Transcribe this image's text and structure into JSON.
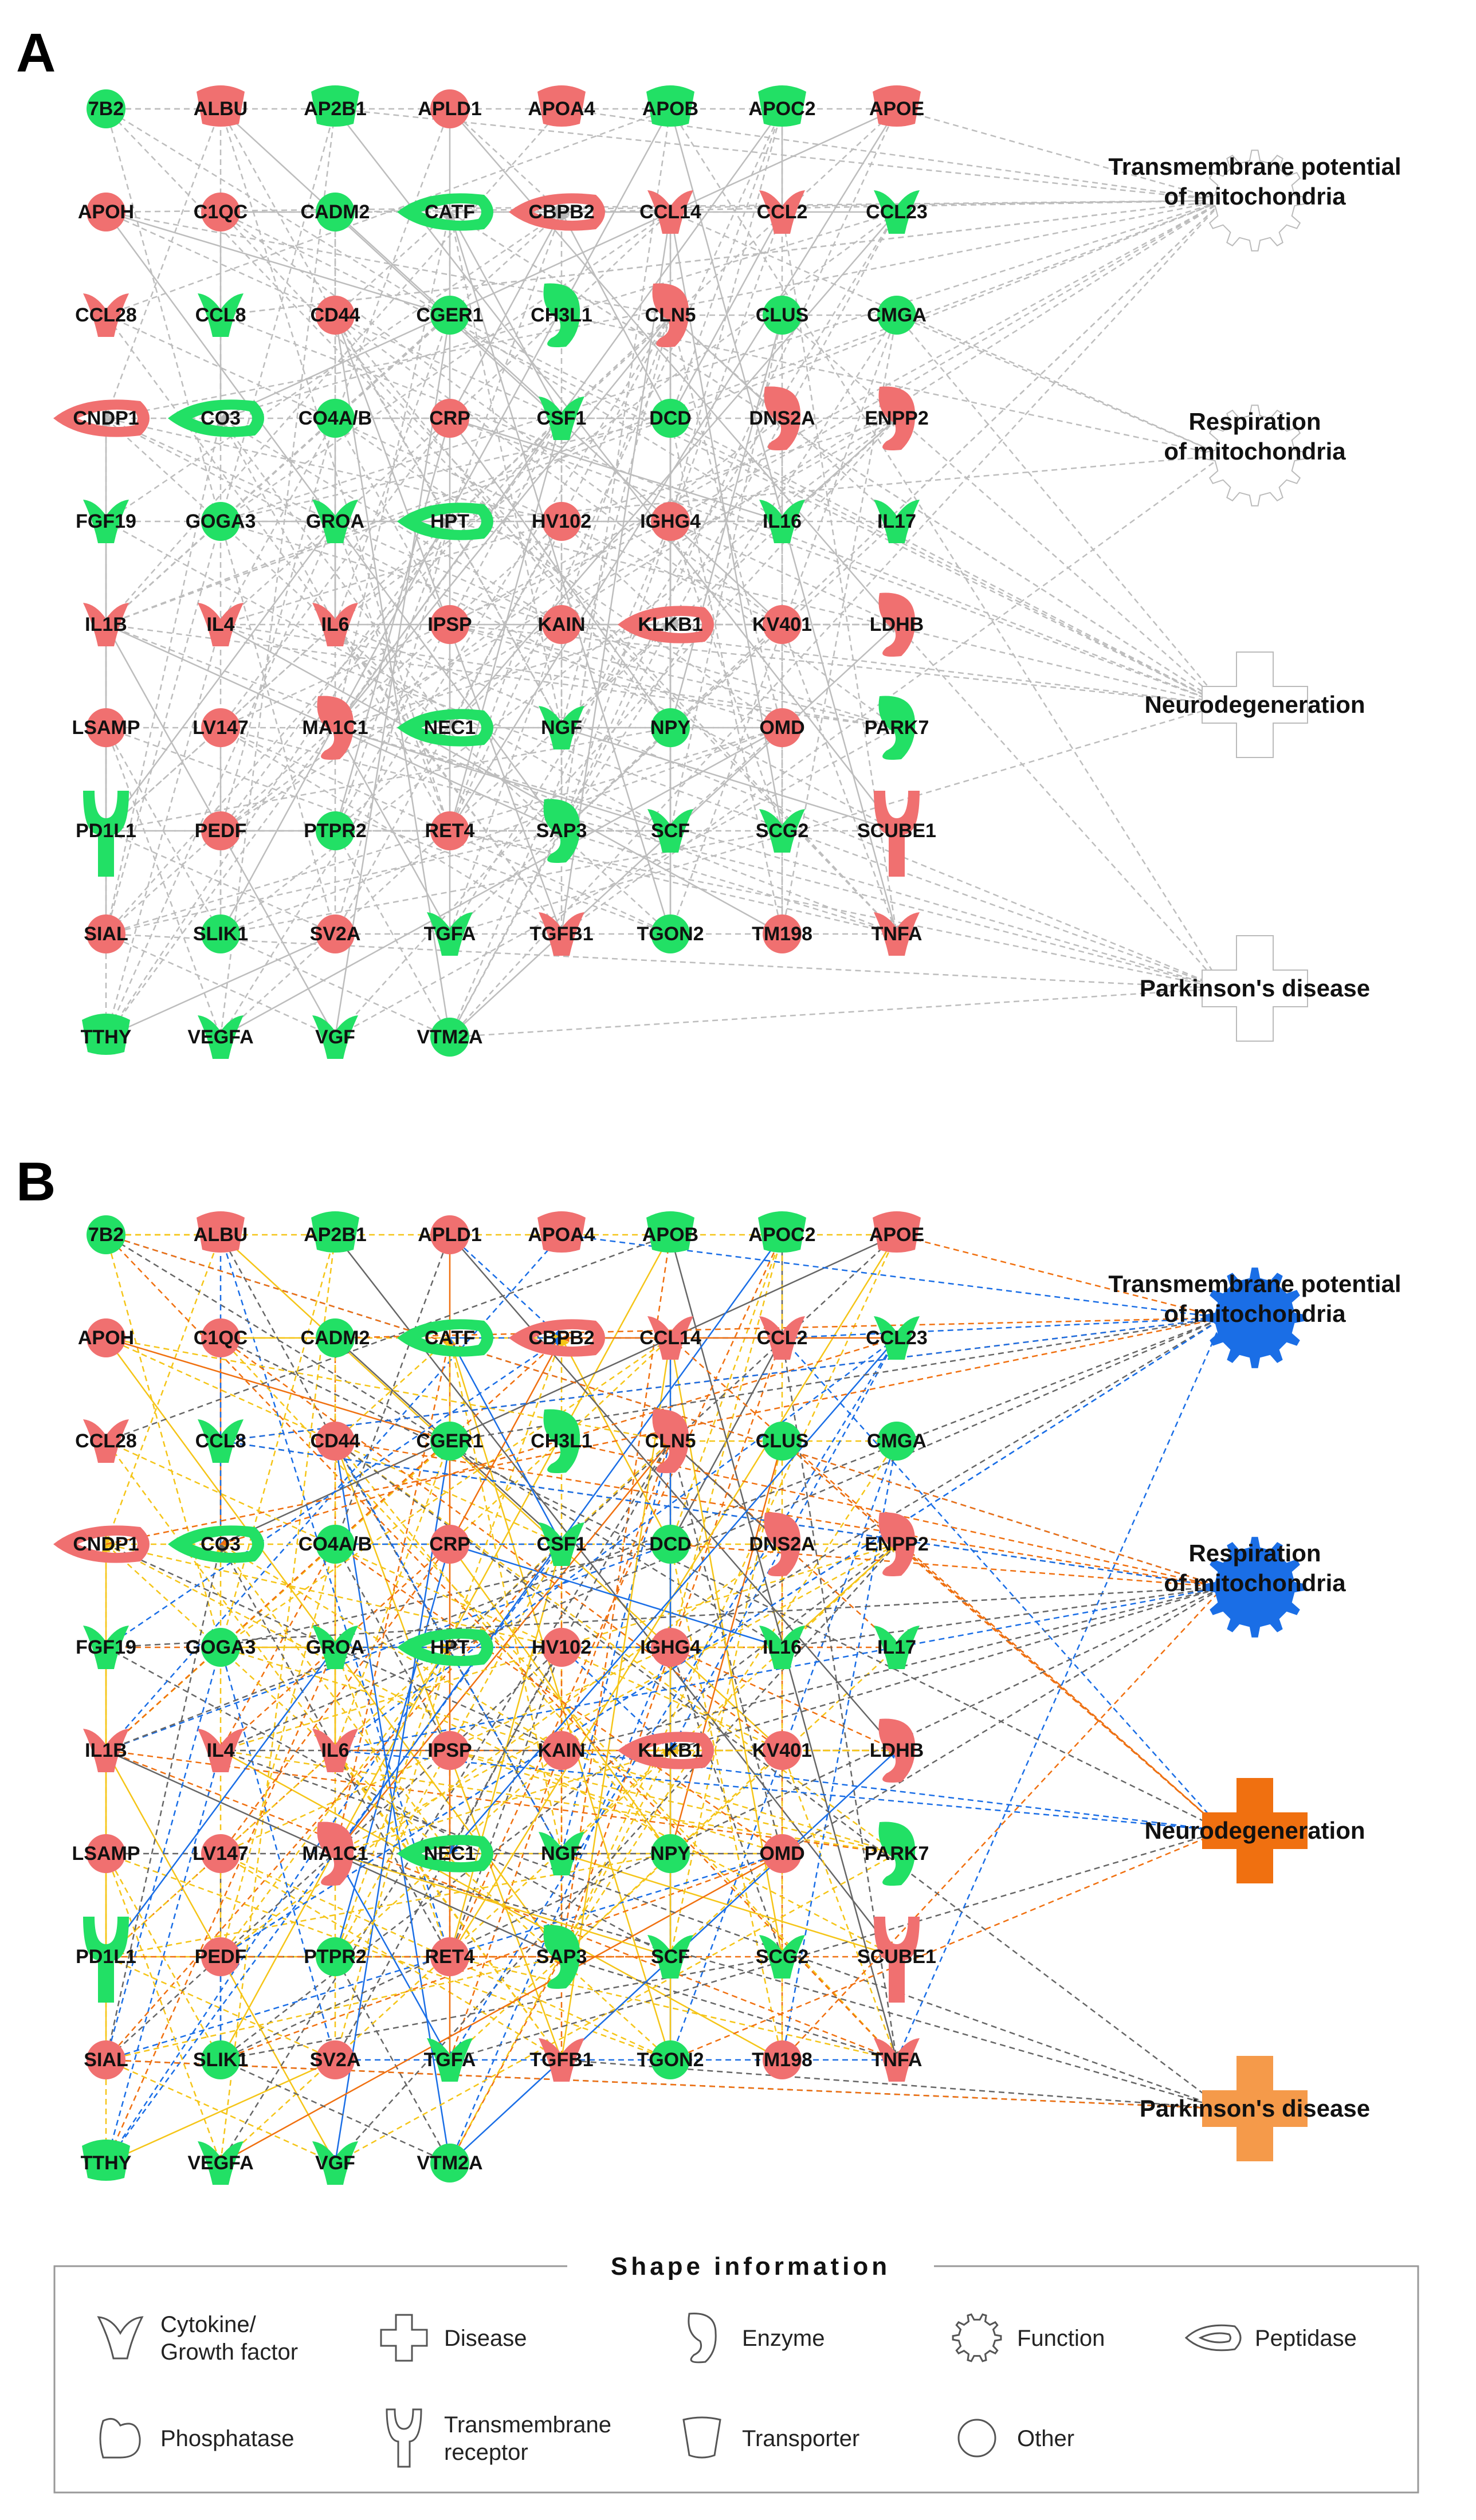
{
  "panels": [
    {
      "letter": "A",
      "mode": "uncolored"
    },
    {
      "letter": "B",
      "mode": "colored"
    }
  ],
  "nodes": [
    {
      "id": "7B2",
      "c": "g",
      "s": "circle"
    },
    {
      "id": "ALBU",
      "c": "r",
      "s": "transporter"
    },
    {
      "id": "AP2B1",
      "c": "g",
      "s": "transporter"
    },
    {
      "id": "APLD1",
      "c": "r",
      "s": "circle"
    },
    {
      "id": "APOA4",
      "c": "r",
      "s": "transporter"
    },
    {
      "id": "APOB",
      "c": "g",
      "s": "transporter"
    },
    {
      "id": "APOC2",
      "c": "g",
      "s": "transporter"
    },
    {
      "id": "APOE",
      "c": "r",
      "s": "transporter"
    },
    {
      "id": "APOH",
      "c": "r",
      "s": "circle"
    },
    {
      "id": "C1QC",
      "c": "r",
      "s": "circle"
    },
    {
      "id": "CADM2",
      "c": "g",
      "s": "circle"
    },
    {
      "id": "CATF",
      "c": "g",
      "s": "peptidase"
    },
    {
      "id": "CBPB2",
      "c": "r",
      "s": "peptidase"
    },
    {
      "id": "CCL14",
      "c": "r",
      "s": "cytokine"
    },
    {
      "id": "CCL2",
      "c": "r",
      "s": "cytokine"
    },
    {
      "id": "CCL23",
      "c": "g",
      "s": "cytokine"
    },
    {
      "id": "CCL28",
      "c": "r",
      "s": "cytokine"
    },
    {
      "id": "CCL8",
      "c": "g",
      "s": "cytokine"
    },
    {
      "id": "CD44",
      "c": "r",
      "s": "circle"
    },
    {
      "id": "CGER1",
      "c": "g",
      "s": "circle"
    },
    {
      "id": "CH3L1",
      "c": "g",
      "s": "enzyme"
    },
    {
      "id": "CLN5",
      "c": "r",
      "s": "enzyme"
    },
    {
      "id": "CLUS",
      "c": "g",
      "s": "circle"
    },
    {
      "id": "CMGA",
      "c": "g",
      "s": "circle"
    },
    {
      "id": "CNDP1",
      "c": "r",
      "s": "peptidase"
    },
    {
      "id": "CO3",
      "c": "g",
      "s": "peptidase"
    },
    {
      "id": "CO4A/B",
      "c": "g",
      "s": "circle"
    },
    {
      "id": "CRP",
      "c": "r",
      "s": "circle"
    },
    {
      "id": "CSF1",
      "c": "g",
      "s": "cytokine"
    },
    {
      "id": "DCD",
      "c": "g",
      "s": "circle"
    },
    {
      "id": "DNS2A",
      "c": "r",
      "s": "enzyme"
    },
    {
      "id": "ENPP2",
      "c": "r",
      "s": "enzyme"
    },
    {
      "id": "FGF19",
      "c": "g",
      "s": "cytokine"
    },
    {
      "id": "GOGA3",
      "c": "g",
      "s": "circle"
    },
    {
      "id": "GROA",
      "c": "g",
      "s": "cytokine"
    },
    {
      "id": "HPT",
      "c": "g",
      "s": "peptidase"
    },
    {
      "id": "HV102",
      "c": "r",
      "s": "circle"
    },
    {
      "id": "IGHG4",
      "c": "r",
      "s": "circle"
    },
    {
      "id": "IL16",
      "c": "g",
      "s": "cytokine"
    },
    {
      "id": "IL17",
      "c": "g",
      "s": "cytokine"
    },
    {
      "id": "IL1B",
      "c": "r",
      "s": "cytokine"
    },
    {
      "id": "IL4",
      "c": "r",
      "s": "cytokine"
    },
    {
      "id": "IL6",
      "c": "r",
      "s": "cytokine"
    },
    {
      "id": "IPSP",
      "c": "r",
      "s": "circle"
    },
    {
      "id": "KAIN",
      "c": "r",
      "s": "circle"
    },
    {
      "id": "KLKB1",
      "c": "r",
      "s": "peptidase"
    },
    {
      "id": "KV401",
      "c": "r",
      "s": "circle"
    },
    {
      "id": "LDHB",
      "c": "r",
      "s": "enzyme"
    },
    {
      "id": "LSAMP",
      "c": "r",
      "s": "circle"
    },
    {
      "id": "LV147",
      "c": "r",
      "s": "circle"
    },
    {
      "id": "MA1C1",
      "c": "r",
      "s": "enzyme"
    },
    {
      "id": "NEC1",
      "c": "g",
      "s": "peptidase"
    },
    {
      "id": "NGF",
      "c": "g",
      "s": "cytokine"
    },
    {
      "id": "NPY",
      "c": "g",
      "s": "circle"
    },
    {
      "id": "OMD",
      "c": "r",
      "s": "circle"
    },
    {
      "id": "PARK7",
      "c": "g",
      "s": "enzyme"
    },
    {
      "id": "PD1L1",
      "c": "g",
      "s": "receptor"
    },
    {
      "id": "PEDF",
      "c": "r",
      "s": "circle"
    },
    {
      "id": "PTPR2",
      "c": "g",
      "s": "circle"
    },
    {
      "id": "RET4",
      "c": "r",
      "s": "circle"
    },
    {
      "id": "SAP3",
      "c": "g",
      "s": "enzyme"
    },
    {
      "id": "SCF",
      "c": "g",
      "s": "cytokine"
    },
    {
      "id": "SCG2",
      "c": "g",
      "s": "cytokine"
    },
    {
      "id": "SCUBE1",
      "c": "r",
      "s": "receptor"
    },
    {
      "id": "SIAL",
      "c": "r",
      "s": "circle"
    },
    {
      "id": "SLIK1",
      "c": "g",
      "s": "circle"
    },
    {
      "id": "SV2A",
      "c": "r",
      "s": "circle"
    },
    {
      "id": "TGFA",
      "c": "g",
      "s": "cytokine"
    },
    {
      "id": "TGFB1",
      "c": "r",
      "s": "cytokine"
    },
    {
      "id": "TGON2",
      "c": "g",
      "s": "circle"
    },
    {
      "id": "TM198",
      "c": "r",
      "s": "circle"
    },
    {
      "id": "TNFA",
      "c": "r",
      "s": "cytokine"
    },
    {
      "id": "TTHY",
      "c": "g",
      "s": "transporter"
    },
    {
      "id": "VEGFA",
      "c": "g",
      "s": "cytokine"
    },
    {
      "id": "VGF",
      "c": "g",
      "s": "cytokine"
    },
    {
      "id": "VTM2A",
      "c": "g",
      "s": "circle"
    }
  ],
  "functions": [
    {
      "lines": [
        "Transmembrane potential",
        "of mitochondria"
      ],
      "shape": "gear",
      "color_b": "#1a6ee6"
    },
    {
      "lines": [
        "Respiration",
        "of mitochondria"
      ],
      "shape": "gear",
      "color_b": "#1a6ee6"
    },
    {
      "lines": [
        "Neurodegeneration"
      ],
      "shape": "cross",
      "color_b": "#f07010"
    },
    {
      "lines": [
        "Parkinson's disease"
      ],
      "shape": "cross",
      "color_b": "#f59a4a"
    }
  ],
  "colors": {
    "red": "#f07070",
    "green": "#22e065",
    "edge_gray": "#bdbdbd",
    "edge_dark": "#666666",
    "yellow": "#f5c518",
    "orange": "#f07010",
    "blue": "#1a6ee6"
  },
  "legend": {
    "title": "Shape information",
    "items": [
      {
        "icon": "cytokine-icon",
        "label": "Cytokine/\nGrowth factor"
      },
      {
        "icon": "disease-icon",
        "label": "Disease"
      },
      {
        "icon": "enzyme-icon",
        "label": "Enzyme"
      },
      {
        "icon": "function-icon",
        "label": "Function"
      },
      {
        "icon": "peptidase-icon",
        "label": "Peptidase"
      },
      {
        "icon": "phosphatase-icon",
        "label": "Phosphatase"
      },
      {
        "icon": "transmembrane-receptor-icon",
        "label": "Transmembrane\nreceptor"
      },
      {
        "icon": "transporter-icon",
        "label": "Transporter"
      },
      {
        "icon": "other-icon",
        "label": "Other"
      }
    ]
  }
}
